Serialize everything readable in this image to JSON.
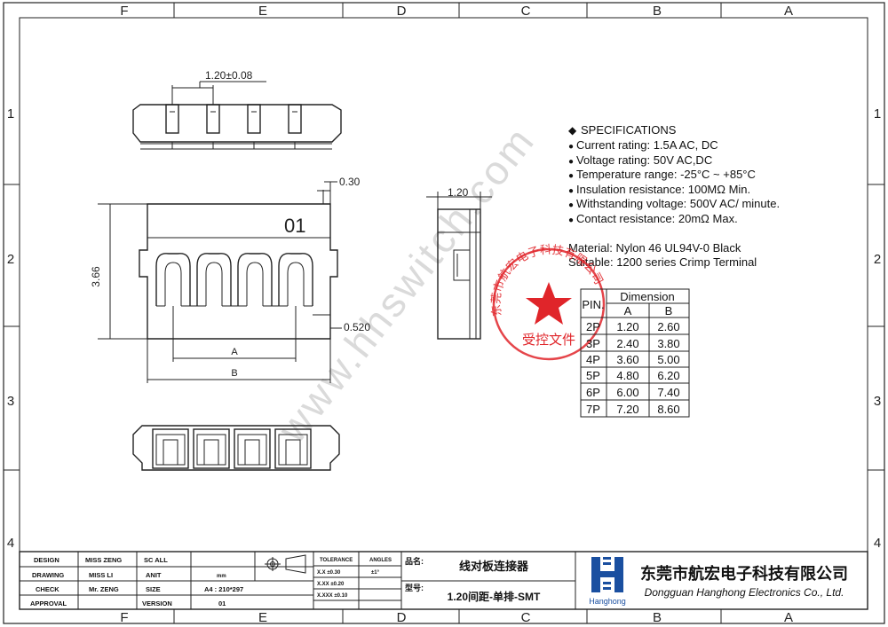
{
  "border": {
    "columns": [
      "F",
      "E",
      "D",
      "C",
      "B",
      "A"
    ],
    "rows": [
      "1",
      "2",
      "3",
      "4"
    ]
  },
  "views": {
    "pitch_dim": "1.20±0.08",
    "dim_030": "0.30",
    "dim_120": "1.20",
    "dim_366": "3.66",
    "dim_0520": "0.520",
    "dim_A": "A",
    "dim_B": "B",
    "part_mark": "01"
  },
  "specs": {
    "title": "SPECIFICATIONS",
    "lines": [
      "Current rating: 1.5A AC, DC",
      "Voltage rating: 50V AC,DC",
      "Temperature range: -25°C ~ +85°C",
      "Insulation resistance: 100MΩ Min.",
      "Withstanding voltage: 500V AC/ minute.",
      "Contact resistance: 20mΩ Max."
    ],
    "material": "Material: Nylon 46 UL94V-0  Black",
    "suitable": "Suitable: 1200 series Crimp Terminal"
  },
  "dimension_table": {
    "title": "Dimension",
    "header": [
      "PIN.",
      "A",
      "B"
    ],
    "rows": [
      [
        "2P",
        "1.20",
        "2.60"
      ],
      [
        "3P",
        "2.40",
        "3.80"
      ],
      [
        "4P",
        "3.60",
        "5.00"
      ],
      [
        "5P",
        "4.80",
        "6.20"
      ],
      [
        "6P",
        "6.00",
        "7.40"
      ],
      [
        "7P",
        "7.20",
        "8.60"
      ]
    ]
  },
  "stamp": {
    "ring_text": "东莞市航宏电子科技有限公司",
    "bottom_text": "受控文件",
    "color": "#e0252a"
  },
  "watermark": "www.hhswitch.com",
  "title_block": {
    "design_label": "DESIGN",
    "design_name": "MISS ZENG",
    "drawing_label": "DRAWING",
    "drawing_name": "MISS LI",
    "check_label": "CHECK",
    "check_name": "Mr. ZENG",
    "approval_label": "APPROVAL",
    "scale_label": "SC ALL",
    "unit_label": "ANIT",
    "unit_value": "mm",
    "size_label": "SIZE",
    "size_value": "A4 : 210*297",
    "version_label": "VERSION",
    "version_value": "01",
    "tolerance_label": "TOLERANCE",
    "tol_x": "X.X  ±0.30",
    "tol_xx": "X.XX  ±0.20",
    "tol_xxx": "X.XXX  ±0.10",
    "angles_label": "ANGLES",
    "angles_value": "±1°",
    "name_label": "品名:",
    "name_value": "线对板连接器",
    "model_label": "型号:",
    "model_value": "1.20间距-单排-SMT",
    "company_cn": "东莞市航宏电子科技有限公司",
    "company_en": "Dongguan Hanghong Electronics Co., Ltd.",
    "logo_text": "Hanghong",
    "brand_color": "#1a4fa0"
  }
}
